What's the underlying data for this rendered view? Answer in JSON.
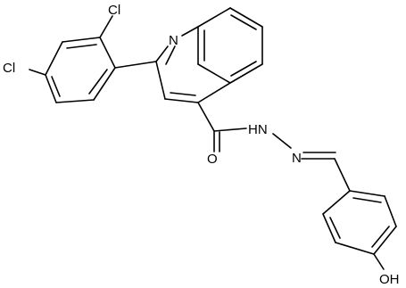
{
  "molecule": {
    "atoms": {
      "cl_top": "Cl",
      "cl_left": "Cl",
      "n_ring": "N",
      "o_carbonyl": "O",
      "hn": "HN",
      "n_imine": "N",
      "oh": "OH"
    }
  },
  "colors": {
    "bond": "#000000",
    "background": "#ffffff"
  }
}
